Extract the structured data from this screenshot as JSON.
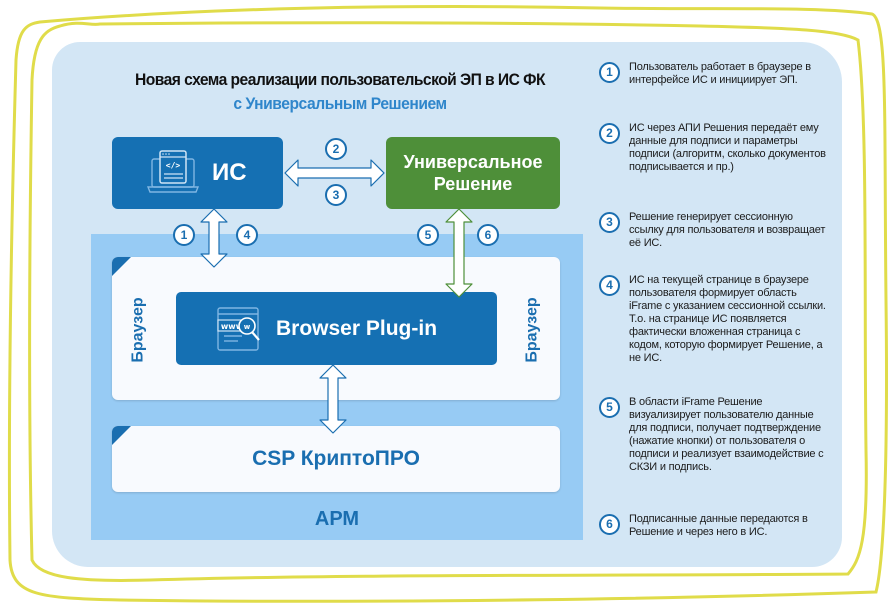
{
  "diagram": {
    "title": "Новая схема реализации пользовательской ЭП в ИС ФК",
    "subtitle": "с Универсальным Решением",
    "nodes": {
      "is": {
        "label": "ИС",
        "icon": "laptop-code-icon",
        "color": "#1570b3"
      },
      "universal_solution": {
        "label_line1": "Универсальное",
        "label_line2": "Решение",
        "color": "#4e8f39"
      },
      "browser_plugin": {
        "label": "Browser Plug-in",
        "icon": "www-search-icon",
        "color": "#1570b3"
      },
      "browser": {
        "label_left": "Браузер",
        "label_right": "Браузер"
      },
      "csp": {
        "label": "CSP КриптоПРО"
      },
      "arm": {
        "label": "АРМ"
      }
    },
    "edge_badges": {
      "is_to_solution_top": "2",
      "is_to_solution_bottom": "3",
      "is_to_browser_left": "1",
      "is_to_browser_right": "4",
      "solution_to_plugin_left": "5",
      "solution_to_plugin_right": "6"
    },
    "colors": {
      "accent_blue": "#1a6eb0",
      "subtitle_blue": "#2f86cb",
      "panel_bg": "#d3e6f5",
      "arm_bg": "#97cbf4",
      "frame_yellow": "#e0dc4a",
      "green": "#4e8f39"
    }
  },
  "steps": [
    {
      "num": "1",
      "text": "Пользователь работает в браузере в интерфейсе ИС и инициирует ЭП."
    },
    {
      "num": "2",
      "text": "ИС через АПИ Решения передаёт ему данные для подписи и параметры подписи (алгоритм, сколько документов подписывается и пр.)"
    },
    {
      "num": "3",
      "text": "Решение генерирует сессионную ссылку для пользователя и возвращает её ИС."
    },
    {
      "num": "4",
      "text": "ИС на текущей странице в браузере пользователя формирует область iFrame с указанием сессионной ссылки. Т.о. на странице ИС появляется фактически вложенная страница с кодом, которую формирует Решение, а не ИС."
    },
    {
      "num": "5",
      "text": "В области iFrame Решение визуализирует пользователю данные для подписи, получает подтверждение (нажатие кнопки) от пользователя о подписи и реализует взаимодействие с СКЗИ и подпись."
    },
    {
      "num": "6",
      "text": "Подписанные данные передаются в Решение и через него в ИС."
    }
  ]
}
